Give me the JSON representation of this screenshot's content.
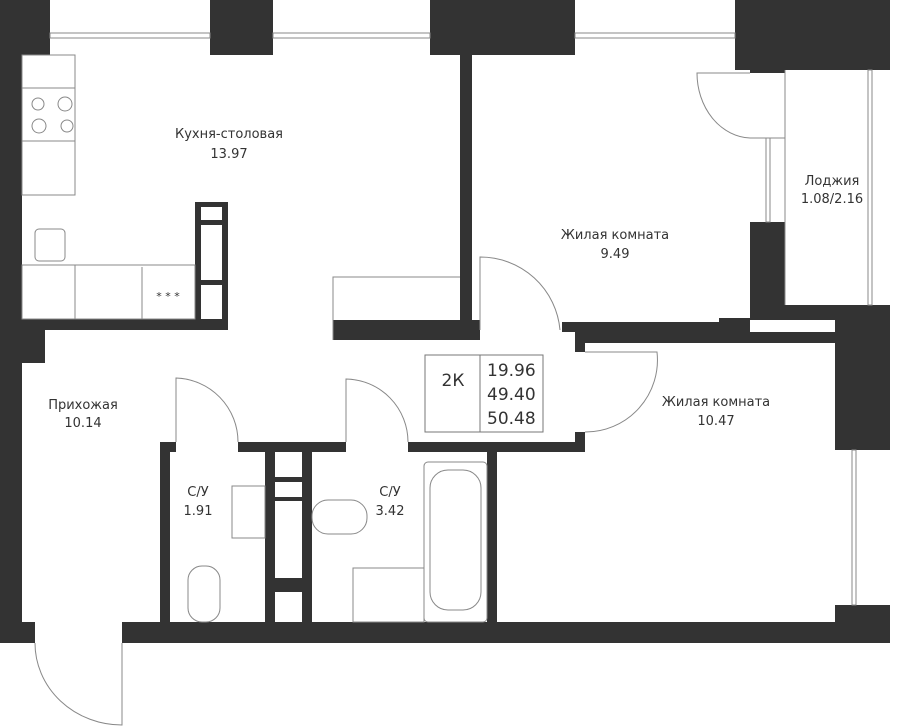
{
  "plan": {
    "wall_color": "#333333",
    "rooms": {
      "kitchen": {
        "name": "Кухня-столовая",
        "area": "13.97"
      },
      "room1": {
        "name": "Жилая комната",
        "area": "9.49"
      },
      "loggia": {
        "name": "Лоджия",
        "area": "1.08/2.16"
      },
      "room2": {
        "name": "Жилая комната",
        "area": "10.47"
      },
      "hall": {
        "name": "Прихожая",
        "area": "10.14"
      },
      "wc1": {
        "name": "С/У",
        "area": "1.91"
      },
      "wc2": {
        "name": "С/У",
        "area": "3.42"
      }
    },
    "info": {
      "type": "2К",
      "living_area": "19.96",
      "total_area": "49.40",
      "total_with_loggia": "50.48"
    }
  }
}
